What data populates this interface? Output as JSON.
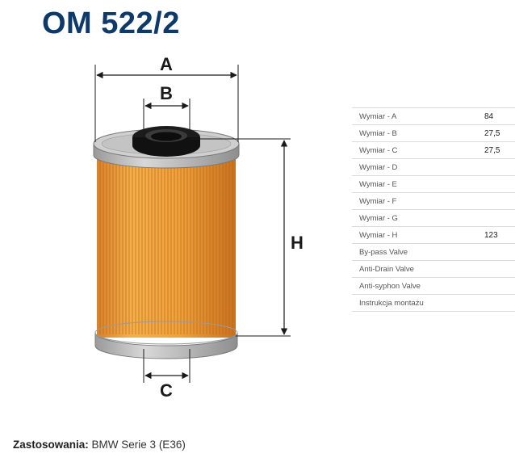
{
  "product": {
    "title": "OM 522/2"
  },
  "dimension_labels": {
    "a": "A",
    "b": "B",
    "c": "C",
    "h": "H"
  },
  "specs": [
    {
      "label": "Wymiar - A",
      "value": "84"
    },
    {
      "label": "Wymiar - B",
      "value": "27,5"
    },
    {
      "label": "Wymiar - C",
      "value": "27,5"
    },
    {
      "label": "Wymiar - D",
      "value": ""
    },
    {
      "label": "Wymiar - E",
      "value": ""
    },
    {
      "label": "Wymiar - F",
      "value": ""
    },
    {
      "label": "Wymiar - G",
      "value": ""
    },
    {
      "label": "Wymiar - H",
      "value": "123"
    },
    {
      "label": "By-pass Valve",
      "value": ""
    },
    {
      "label": "Anti-Drain Valve",
      "value": ""
    },
    {
      "label": "Anti-syphon Valve",
      "value": ""
    },
    {
      "label": "Instrukcja montażu",
      "value": ""
    }
  ],
  "applications": {
    "label": "Zastosowania:",
    "value": "BMW Serie 3 (E36)"
  },
  "colors": {
    "title": "#0e3a6b",
    "filter_media": "#f2a33c",
    "pleat_line": "#b8651e",
    "end_cap": "#b9b9b9"
  }
}
